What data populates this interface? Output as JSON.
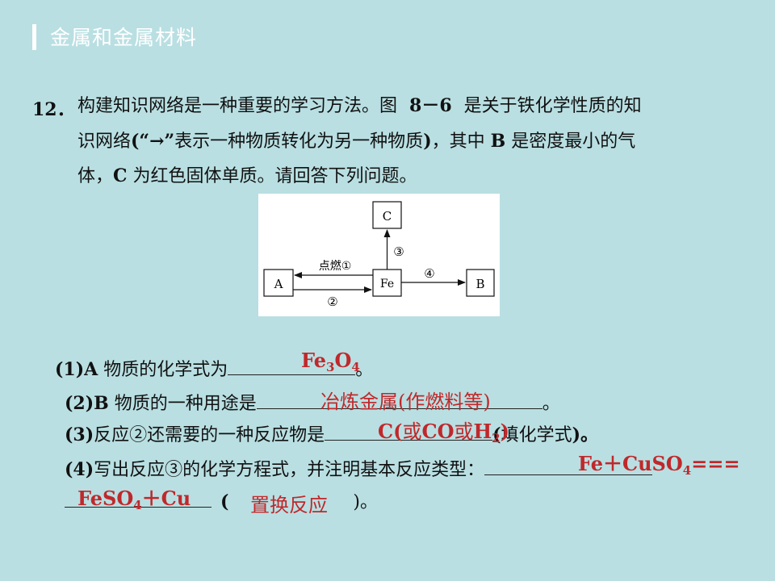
{
  "header": {
    "title": "金属和金属材料"
  },
  "question": {
    "number": "12．",
    "intro_line1_a": "构建知识网络是一种重要的学习方法。图",
    "intro_line1_fig": "8－6",
    "intro_line1_b": "是关于铁化学性质的知",
    "intro_line2_a": "识网络",
    "intro_line2_quote": "(“→”",
    "intro_line2_b": "表示一种物质转化为另一种物质",
    "intro_line2_paren": ")",
    "intro_line2_c": "，其中",
    "intro_line2_B": "B",
    "intro_line2_d": "是密度最小的气",
    "intro_line3_a": "体，",
    "intro_line3_C": "C",
    "intro_line3_b": "为红色固体单质。请回答下列问题。"
  },
  "diagram": {
    "node_a": "A",
    "node_fe": "Fe",
    "node_b": "B",
    "node_c": "C",
    "label_1": "点燃①",
    "label_2": "②",
    "label_3": "③",
    "label_4": "④"
  },
  "parts": {
    "p1_num": "(1)A",
    "p1_text": "物质的化学式为",
    "p1_end": "。",
    "p1_answer_a": "Fe",
    "p1_answer_sub1": "3",
    "p1_answer_b": "O",
    "p1_answer_sub2": "4",
    "p2_num": "(2)B",
    "p2_text": "物质的一种用途是",
    "p2_end": "。",
    "p2_answer_a": "冶炼金属",
    "p2_answer_b": "(作燃料等)",
    "p3_num": "(3)",
    "p3_text": "反应②还需要的一种反应物是",
    "p3_end_paren": "(",
    "p3_end_text": "填化学式",
    "p3_end_close": ")。",
    "p3_answer_a": "C(",
    "p3_answer_b": "或",
    "p3_answer_c": "CO",
    "p3_answer_d": "或",
    "p3_answer_e": "H",
    "p3_answer_sub": "2",
    "p3_answer_f": ")",
    "p4_num": "(4)",
    "p4_text": "写出反应③的化学方程式，并注明基本反应类型：",
    "p4_answer_line1_a": "Fe＋CuSO",
    "p4_answer_line1_sub": "4",
    "p4_answer_line1_b": "===",
    "p4_answer_line2_a": "FeSO",
    "p4_answer_line2_sub": "4",
    "p4_answer_line2_b": "＋Cu",
    "p4_open": "(",
    "p4_type_answer": "置换反应",
    "p4_close": ")。"
  },
  "colors": {
    "background": "#b9dfe2",
    "answer": "#c0282b",
    "header_text": "#ffffff"
  }
}
